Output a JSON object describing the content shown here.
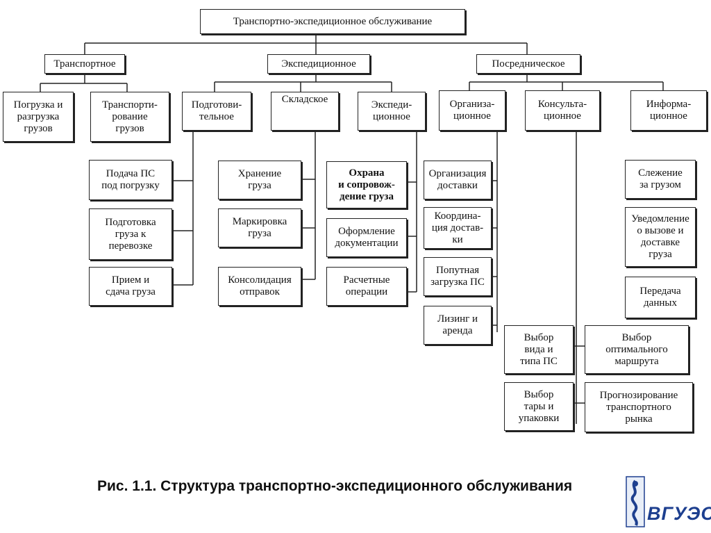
{
  "diagram": {
    "root": "Транспортно-экспедиционное обслуживание",
    "level1": {
      "transport": "Транспортное",
      "expedition": "Экспедиционное",
      "intermediary": "Посредническое"
    },
    "level2": {
      "loading": "Погрузка и\nразгрузка\nгрузов",
      "transporting": "Транспорти-\nрование\nгрузов",
      "preparatory": "Подготови-\nтельное",
      "warehouse": "Складское",
      "forwarding": "Экспеди-\nционное",
      "organizational": "Организа-\nционное",
      "consulting": "Консульта-\nционное",
      "information": "Информа-\nционное"
    },
    "preparatory_items": [
      "Подача ПС\nпод погрузку",
      "Подготовка\nгруза к\nперевозке",
      "Прием и\nсдача груза"
    ],
    "warehouse_items": [
      "Хранение\nгруза",
      "Маркировка\nгруза",
      "Консолидация\nотправок"
    ],
    "forwarding_items": [
      "Охрана\nи сопровож-\nдение груза",
      "Оформление\nдокументации",
      "Расчетные\nоперации"
    ],
    "organizational_items": [
      "Организация\nдоставки",
      "Координа-\nция достав-\nки",
      "Попутная\nзагрузка ПС",
      "Лизинг и\nаренда"
    ],
    "consulting_items": [
      "Выбор\nвида и\nтипа ПС",
      "Выбор\nоптимального\nмаршрута",
      "Выбор\nтары и\nупаковки",
      "Прогнозирование\nтранспортного\nрынка"
    ],
    "information_items": [
      "Слежение\nза грузом",
      "Уведомление\nо вызове и\nдоставке\nгруза",
      "Передача\nданных"
    ]
  },
  "caption": "Рис. 1.1. Структура транспортно-экспедиционного обслуживания",
  "logo": {
    "text": "ВГУЭС",
    "color": "#1d3f8f"
  }
}
